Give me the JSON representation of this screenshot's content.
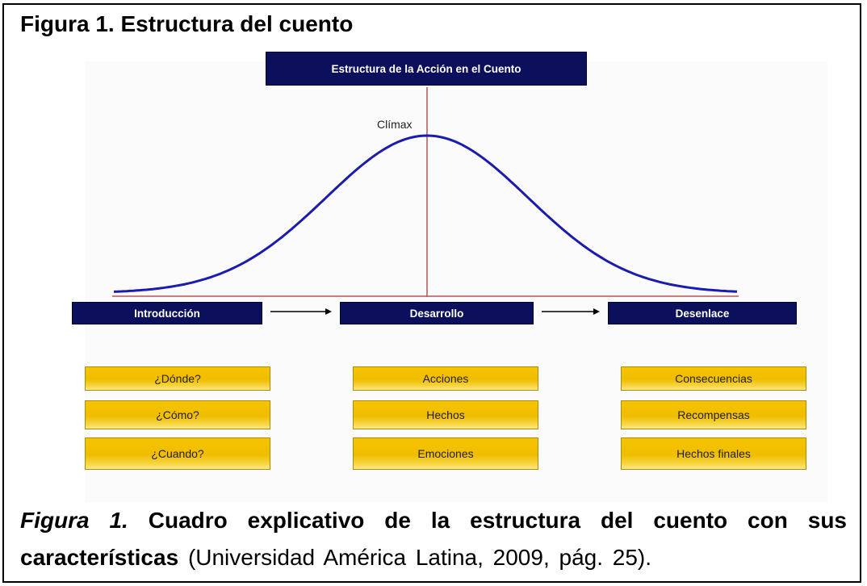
{
  "figure_title": "Figura 1. Estructura del cuento",
  "diagram": {
    "header": "Estructura de la Acción en el Cuento",
    "climax_label": "Clímax",
    "stages": [
      "Introducción",
      "Desarrollo",
      "Desenlace"
    ],
    "columns": [
      [
        "¿Dónde?",
        "¿Cómo?",
        "¿Cuando?"
      ],
      [
        "Acciones",
        "Hechos",
        "Emociones"
      ],
      [
        "Consecuencias",
        "Recompensas",
        "Hechos finales"
      ]
    ],
    "colors": {
      "navy": "#0c0f5c",
      "curve": "#1b1bb0",
      "axis": "#b55555",
      "gold": "#f3c200"
    }
  },
  "caption": {
    "prefix": "Figura 1.",
    "bold_text": "Cuadro explicativo de la estructura del cuento con sus características",
    "citation": "(Universidad América Latina, 2009, pág. 25)."
  }
}
